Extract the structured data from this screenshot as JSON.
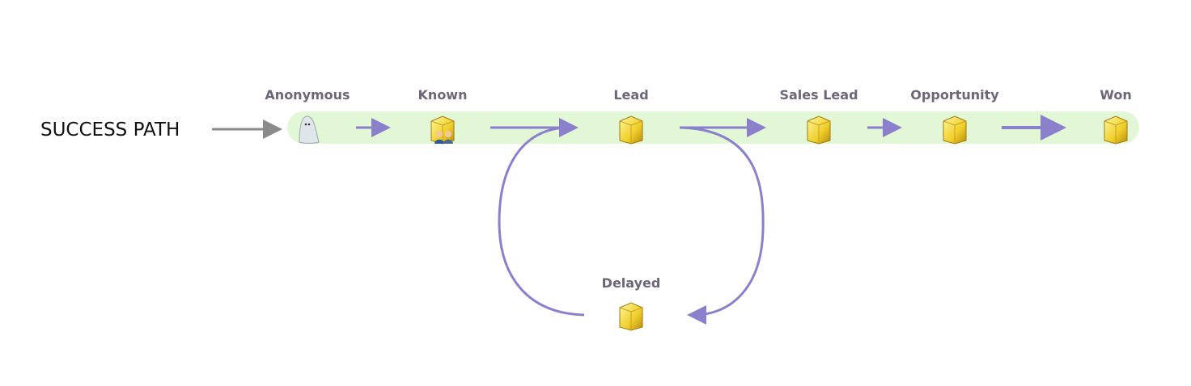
{
  "title": "SUCCESS PATH",
  "colors": {
    "band": "#e2f7d6",
    "arrow": "#8b80cc",
    "start_arrow": "#8a8a8a",
    "label": "#6c6678"
  },
  "stages": [
    {
      "label": "Anonymous",
      "icon": "ghost-icon"
    },
    {
      "label": "Known",
      "icon": "box-with-people-icon"
    },
    {
      "label": "Lead",
      "icon": "box-icon"
    },
    {
      "label": "Sales Lead",
      "icon": "box-icon"
    },
    {
      "label": "Opportunity",
      "icon": "box-icon"
    },
    {
      "label": "Won",
      "icon": "box-icon"
    }
  ],
  "side_stage": {
    "label": "Delayed",
    "icon": "box-icon"
  }
}
